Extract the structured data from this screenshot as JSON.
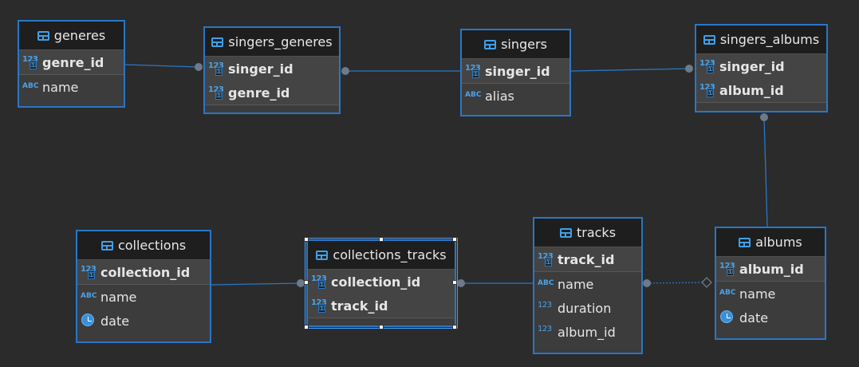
{
  "tables": {
    "generes": {
      "title": "generes",
      "pk": [
        {
          "name": "genre_id",
          "type": "number"
        }
      ],
      "cols": [
        {
          "name": "name",
          "type": "text"
        }
      ]
    },
    "singers_generes": {
      "title": "singers_generes",
      "pk": [
        {
          "name": "singer_id",
          "type": "number"
        },
        {
          "name": "genre_id",
          "type": "number"
        }
      ],
      "cols": []
    },
    "singers": {
      "title": "singers",
      "pk": [
        {
          "name": "singer_id",
          "type": "number"
        }
      ],
      "cols": [
        {
          "name": "alias",
          "type": "text"
        }
      ]
    },
    "singers_albums": {
      "title": "singers_albums",
      "pk": [
        {
          "name": "singer_id",
          "type": "number"
        },
        {
          "name": "album_id",
          "type": "number"
        }
      ],
      "cols": []
    },
    "collections": {
      "title": "collections",
      "pk": [
        {
          "name": "collection_id",
          "type": "number"
        }
      ],
      "cols": [
        {
          "name": "name",
          "type": "text"
        },
        {
          "name": "date",
          "type": "date"
        }
      ]
    },
    "collections_tracks": {
      "title": "collections_tracks",
      "pk": [
        {
          "name": "collection_id",
          "type": "number"
        },
        {
          "name": "track_id",
          "type": "number"
        }
      ],
      "cols": []
    },
    "tracks": {
      "title": "tracks",
      "pk": [
        {
          "name": "track_id",
          "type": "number"
        }
      ],
      "cols": [
        {
          "name": "name",
          "type": "text"
        },
        {
          "name": "duration",
          "type": "number"
        },
        {
          "name": "album_id",
          "type": "number"
        }
      ]
    },
    "albums": {
      "title": "albums",
      "pk": [
        {
          "name": "album_id",
          "type": "number"
        }
      ],
      "cols": [
        {
          "name": "name",
          "type": "text"
        },
        {
          "name": "date",
          "type": "date"
        }
      ]
    }
  },
  "icons": {
    "number": "123",
    "text": "ABC",
    "key": "key-icon",
    "date": "clock-icon",
    "table": "table-icon"
  },
  "colors": {
    "background": "#2b2b2b",
    "entity_border": "#2a76c6",
    "header_bg": "#1e1e1e",
    "icon": "#4aa3e8",
    "connector": "#2a76c6",
    "endpoint": "#6c7a8a"
  }
}
